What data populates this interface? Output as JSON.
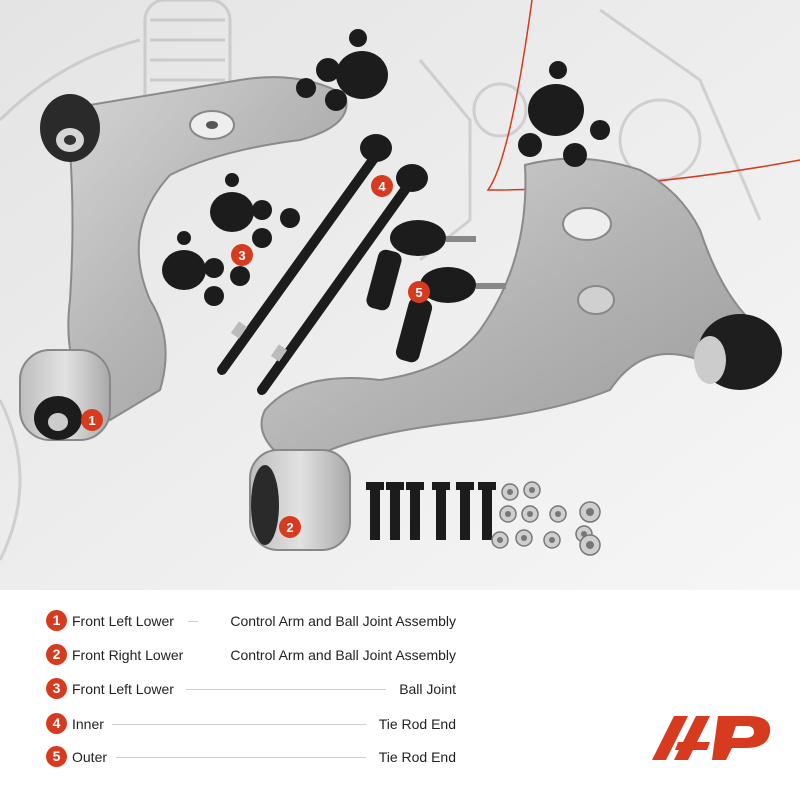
{
  "markers": [
    {
      "num": "1"
    },
    {
      "num": "2"
    },
    {
      "num": "3"
    },
    {
      "num": "4"
    },
    {
      "num": "5"
    }
  ],
  "legend": [
    {
      "num": "1",
      "position": "Front Left Lower",
      "part": "Control Arm and Ball Joint Assembly"
    },
    {
      "num": "2",
      "position": "Front Right Lower",
      "part": "Control Arm and Ball Joint Assembly"
    },
    {
      "num": "3",
      "position": "Front Left Lower",
      "part": "Ball Joint"
    },
    {
      "num": "4",
      "position": "Inner",
      "part": "Tie Rod End"
    },
    {
      "num": "5",
      "position": "Outer",
      "part": "Tie Rod End"
    }
  ],
  "colors": {
    "accent": "#d63a1f",
    "metal": "#b9b9b9",
    "rubber": "#1c1c1c"
  },
  "logo": {
    "name": "brand-logo",
    "color": "#d63a1f"
  }
}
